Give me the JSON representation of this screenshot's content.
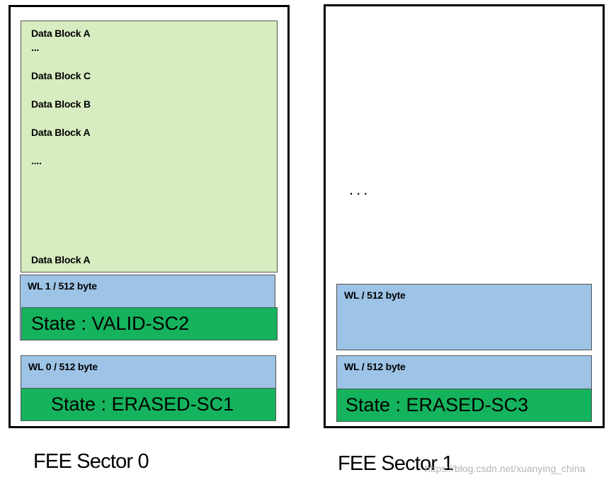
{
  "sector0": {
    "data_blocks": [
      "Data Block A",
      "...",
      "Data Block C",
      "Data Block B",
      "Data Block A",
      "....",
      "Data Block A"
    ],
    "wl1_label": "WL 1 / 512 byte",
    "wl1_state": "State : VALID-SC2",
    "wl0_label": "WL 0 / 512 byte",
    "wl0_state": "State : ERASED-SC1",
    "caption": "FEE Sector 0"
  },
  "sector1": {
    "ellipsis": "...",
    "wl_top_label": "WL  / 512 byte",
    "wl_bottom_label": "WL  / 512 byte",
    "wl_bottom_state": "State : ERASED-SC3",
    "caption": "FEE Sector 1"
  },
  "watermark": "https://blog.csdn.net/xuanying_china",
  "colors": {
    "data_area": "#d7ecc0",
    "wordline": "#9dc3e6",
    "state": "#15b35d",
    "border": "#000000"
  }
}
